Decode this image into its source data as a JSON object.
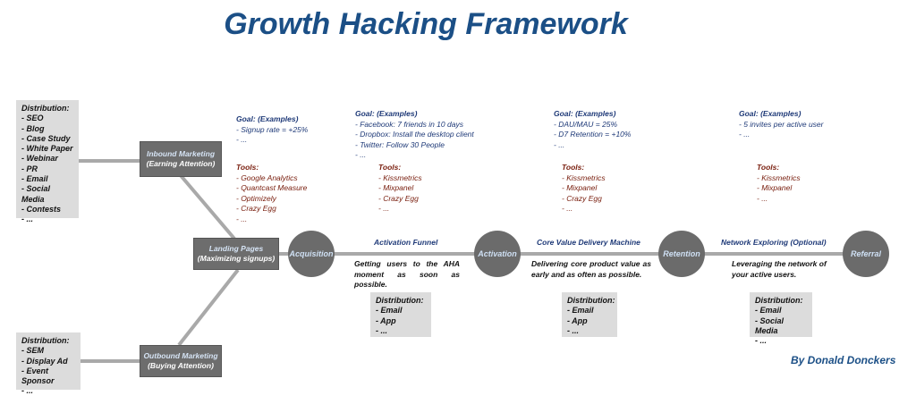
{
  "title": "Growth Hacking Framework",
  "author": "By Donald Donckers",
  "colors": {
    "title": "#1b4f86",
    "goal_text": "#1f3a78",
    "tools_text": "#7a2010",
    "node_fill": "#6b6b6b",
    "line": "#a9a9a9"
  },
  "inbound_distribution": {
    "heading": "Distribution:",
    "items": [
      "- SEO",
      "- Blog",
      "- Case Study",
      "- White Paper",
      "- Webinar",
      "- PR",
      "- Email",
      "- Social Media",
      "- Contests",
      "- ..."
    ]
  },
  "outbound_distribution": {
    "heading": "Distribution:",
    "items": [
      "- SEM",
      "- Display Ad",
      "- Event Sponsor",
      "- ..."
    ]
  },
  "inbound_marketing": {
    "line1": "Inbound Marketing",
    "line2": "(Earning Attention)"
  },
  "outbound_marketing": {
    "line1": "Outbound Marketing",
    "line2": "(Buying Attention)"
  },
  "landing_pages": {
    "line1": "Landing Pages",
    "line2": "(Maximizing signups)"
  },
  "stages": {
    "acquisition": "Acquisition",
    "activation": "Activation",
    "retention": "Retention",
    "referral": "Referral"
  },
  "transitions": {
    "activation_funnel": "Activation Funnel",
    "core_value": "Core Value Delivery Machine",
    "network_exploring": "Network Exploring (Optional)"
  },
  "descriptions": {
    "activation_funnel": "Getting users to the AHA moment as soon as possible.",
    "core_value": "Delivering core product value as early and as often as possible.",
    "network_exploring": "Leveraging the network of your active users."
  },
  "goals": {
    "acquisition": {
      "heading": "Goal:  (Examples)",
      "items": [
        "- Signup rate = +25%",
        "- ..."
      ]
    },
    "activation": {
      "heading": "Goal:  (Examples)",
      "items": [
        "- Facebook: 7 friends in 10 days",
        "- Dropbox: Install the desktop client",
        "- Twitter: Follow 30 People",
        "- ..."
      ]
    },
    "retention": {
      "heading": "Goal:  (Examples)",
      "items": [
        "- DAU/MAU = 25%",
        "- D7 Retention = +10%",
        "- ..."
      ]
    },
    "referral": {
      "heading": "Goal:  (Examples)",
      "items": [
        "- 5 invites per active user",
        "- ..."
      ]
    }
  },
  "tools": {
    "acquisition": {
      "heading": "Tools:",
      "items": [
        "- Google Analytics",
        "- Quantcast Measure",
        "- Optimizely",
        "- Crazy Egg",
        "- ..."
      ]
    },
    "activation": {
      "heading": "Tools:",
      "items": [
        "- Kissmetrics",
        "- Mixpanel",
        "- Crazy Egg",
        "- ..."
      ]
    },
    "retention": {
      "heading": "Tools:",
      "items": [
        "- Kissmetrics",
        "- Mixpanel",
        "- Crazy Egg",
        "- ..."
      ]
    },
    "referral": {
      "heading": "Tools:",
      "items": [
        "- Kissmetrics",
        "- Mixpanel",
        "- ..."
      ]
    }
  },
  "stage_distribution": {
    "activation": {
      "heading": "Distribution:",
      "items": [
        "- Email",
        "- App",
        "- ..."
      ]
    },
    "retention": {
      "heading": "Distribution:",
      "items": [
        "- Email",
        "- App",
        "- ..."
      ]
    },
    "referral": {
      "heading": "Distribution:",
      "items": [
        "- Email",
        "- Social Media",
        "- ..."
      ]
    }
  }
}
